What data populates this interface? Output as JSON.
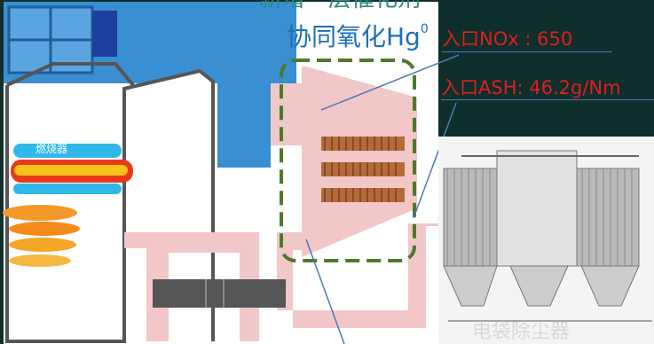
{
  "texts": {
    "top_title": "新增一层催化剂",
    "co_oxidation_main": "协同氧化Hg",
    "co_oxidation_sup": "0",
    "inlet_nox": "入口NOx : 650",
    "inlet_ash": "入口ASH: 46.2g/Nm",
    "bottom_label": "电袋除尘器",
    "boiler_burner_label": "燃烧器"
  },
  "colors": {
    "background": "#0f2f2c",
    "diagram_bg": "#ffffff",
    "boiler_blue": "#3a8ed2",
    "duct_pink": "#f2c7c7",
    "catalyst_brown": "#b56a3a",
    "dashed_box": "#4c7a2a",
    "inlet_text": "#e01f1f",
    "cooxid_text": "#1e6fb8"
  }
}
